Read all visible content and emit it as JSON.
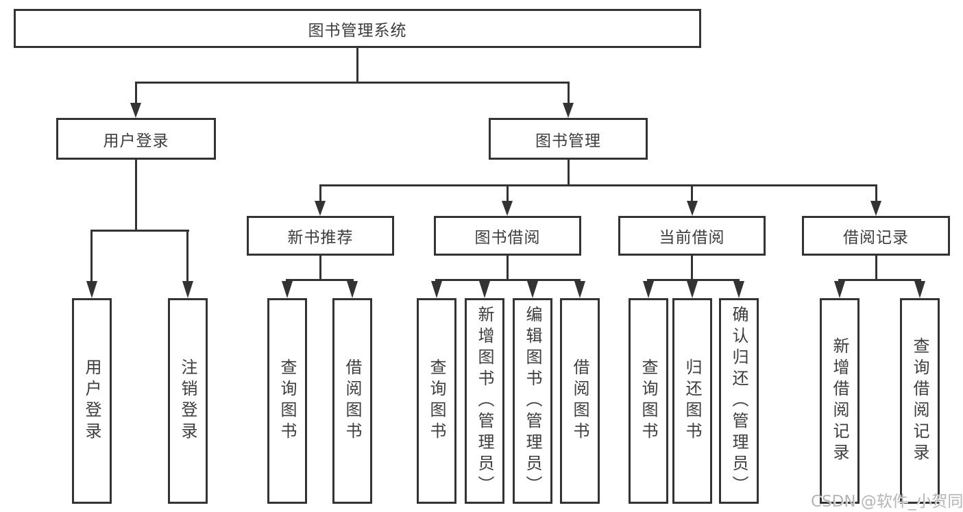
{
  "title": "图书管理系统",
  "branches": [
    {
      "label": "用户登录",
      "children": [
        {
          "label": "用户登录"
        },
        {
          "label": "注销登录"
        }
      ]
    },
    {
      "label": "图书管理",
      "groups": [
        {
          "label": "新书推荐",
          "children": [
            {
              "label": "查询图书"
            },
            {
              "label": "借阅图书"
            }
          ]
        },
        {
          "label": "图书借阅",
          "children": [
            {
              "label": "查询图书"
            },
            {
              "label": "新增图书（管理员）"
            },
            {
              "label": "编辑图书（管理员）"
            },
            {
              "label": "借阅图书"
            }
          ]
        },
        {
          "label": "当前借阅",
          "children": [
            {
              "label": "查询图书"
            },
            {
              "label": "归还图书"
            },
            {
              "label": "确认归还（管理员）"
            }
          ]
        },
        {
          "label": "借阅记录",
          "children": [
            {
              "label": "新增借阅记录"
            },
            {
              "label": "查询借阅记录"
            }
          ]
        }
      ]
    }
  ],
  "watermark": "CSDN @软件_小贺同学",
  "colors": {
    "line": "#333333",
    "text": "#3d3d3d",
    "watermark": "#b5b5b5",
    "background": "#ffffff"
  }
}
